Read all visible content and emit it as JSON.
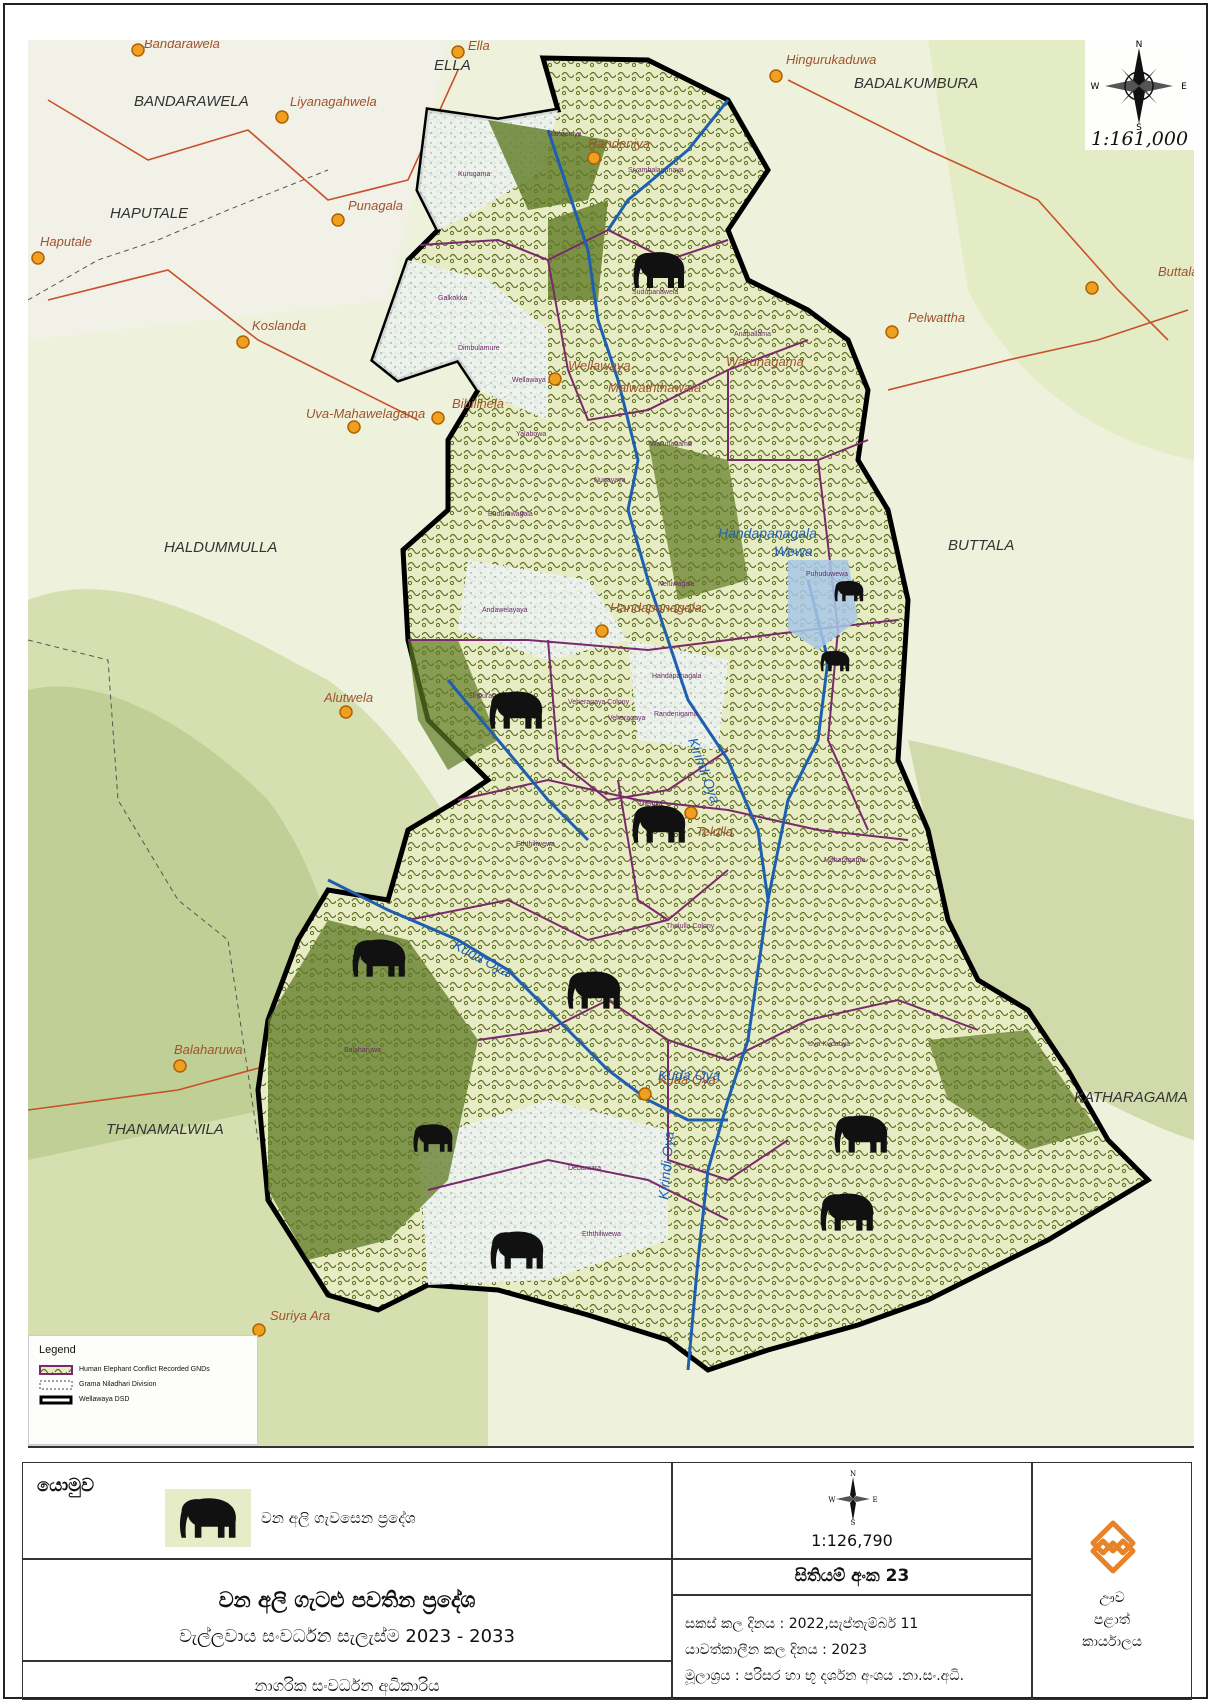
{
  "map": {
    "scale_top": "1:161,000",
    "compass": {
      "n": "N",
      "s": "S",
      "e": "E",
      "w": "W"
    },
    "towns": [
      "Bandarawela",
      "Ella",
      "Hingurukaduwa",
      "Liyanagahwela",
      "Randeniya",
      "Haputale",
      "Punagala",
      "Koslanda",
      "Wellawaya",
      "Pelwattha",
      "Malwaththawala",
      "Warunagama",
      "Bibilihela",
      "Uva-Mahawelagama",
      "Handapanagala",
      "Alutwela",
      "Telulla",
      "Balaharuwa",
      "Kuda Oya",
      "Suriya Ara",
      "Buttala"
    ],
    "regions": [
      "BANDARAWELA",
      "ELLA",
      "BADALKUMBURA",
      "HAPUTALE",
      "HALDUMMULLA",
      "BUTTALA",
      "THANAMALWILA",
      "KATHARAGAMA"
    ],
    "rivers": [
      "Handapanagala",
      "Wewa",
      "Kirindi Oya",
      "Kuda Oya",
      "Kuda Oya",
      "Kirindi Oya"
    ],
    "gnds": [
      "Randeniya",
      "Siyambalagunaya",
      "Kurugama",
      "Sudupanawela",
      "Galkokka",
      "Dimbulamure",
      "Wellawaya",
      "Anapallama",
      "Warunagama",
      "Yalabowa",
      "Nugayaya",
      "Budurawagala",
      "Puhuduwewa",
      "Andawelayaya",
      "Neluwagala",
      "Handapanagala",
      "Siripuragama",
      "Veheragaya Colony",
      "Veheragaya",
      "Randenigama",
      "Thelulla",
      "Eththiliwewa",
      "Maharagama",
      "Thelulla Colony",
      "Balaharuwa",
      "Uva Kudaoya",
      "Debaraara",
      "Eththiliwewa"
    ]
  },
  "legend": {
    "title": "Legend",
    "items": [
      {
        "label": "Human Elephant Conflict Recorded GNDs"
      },
      {
        "label": "Grama Niladhari Division"
      },
      {
        "label": "Wellawaya DSD"
      }
    ]
  },
  "panel": {
    "legend_heading": "යොමුව",
    "legend_item": "වන අලි ගැවසෙන ප්‍රදේශ",
    "scale": "1:126,790",
    "compass": {
      "n": "N",
      "s": "S",
      "e": "E",
      "w": "W"
    },
    "sheet_number": "සිතියම් අංක 23",
    "title": "වන අලි ගැටළු පවතින ප්‍රදේශ",
    "subtitle": "වැල්ලවාය සංවර්ධන සැලැස්ම 2023 - 2033",
    "authority": "නාගරික සංවර්ධන අධිකාරිය",
    "prepared_date": "සකස් කල දිනය : 2022,සැප්තැම්බර් 11",
    "updated_date": "යාවත්කාලීන කල දිනය   : 2023",
    "source": "මූලාශ්‍රය    : පරිසර හා භූ දර්ශන අංශය .නා.සං.අධි.",
    "office": [
      "ඌව",
      "පළාත්",
      "කාර්යාලය"
    ]
  }
}
